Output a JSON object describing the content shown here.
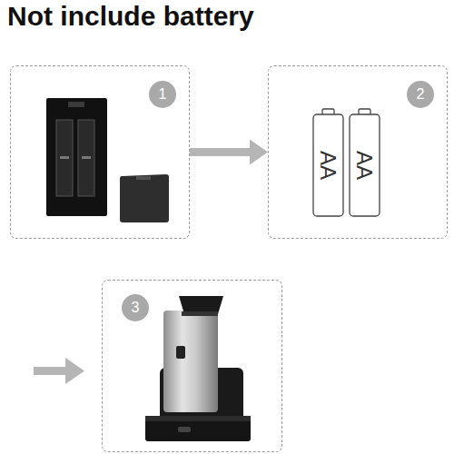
{
  "diagram": {
    "title": "Not include battery",
    "nodes": [
      {
        "text": [
          "1"
        ]
      },
      {
        "text": [
          "2"
        ]
      },
      {
        "text": [
          "3"
        ]
      }
    ],
    "edges": [
      {
        "from": 0,
        "to": 1,
        "arrow": "to"
      }
    ],
    "labels": [
      "AA",
      "AA"
    ]
  }
}
